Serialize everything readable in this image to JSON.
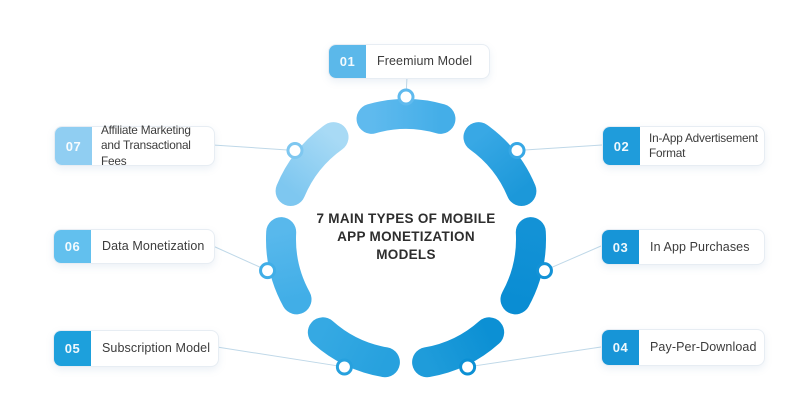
{
  "title": {
    "full": "7 MAIN TYPES OF MOBILE APP MONETIZATION MODELS",
    "lines": [
      "7 MAIN TYPES OF MOBILE",
      "APP MONETIZATION",
      "MODELS"
    ]
  },
  "items": [
    {
      "number": "01",
      "label": "Freemium Model",
      "badge_color": "#5bb8ea"
    },
    {
      "number": "02",
      "label": "In-App Advertisement Format",
      "badge_color": "#1f9cdb"
    },
    {
      "number": "03",
      "label": "In App Purchases",
      "badge_color": "#1795d7"
    },
    {
      "number": "04",
      "label": "Pay-Per-Download",
      "badge_color": "#1795d7"
    },
    {
      "number": "05",
      "label": "Subscription Model",
      "badge_color": "#1da0dc"
    },
    {
      "number": "06",
      "label": "Data Monetization",
      "badge_color": "#62c0ee"
    },
    {
      "number": "07",
      "label": "Affiliate Marketing and Transactional Fees",
      "badge_color": "#90cef2"
    }
  ],
  "diagram": {
    "segments": [
      {
        "for_item": "01",
        "color_start": "#5fbaee",
        "color_end": "#44aee8"
      },
      {
        "for_item": "02",
        "color_start": "#38a8e5",
        "color_end": "#1c98d9"
      },
      {
        "for_item": "03",
        "color_start": "#1392d6",
        "color_end": "#0a8dd3"
      },
      {
        "for_item": "04",
        "color_start": "#0c90d4",
        "color_end": "#1f9cda"
      },
      {
        "for_item": "05",
        "color_start": "#27a1de",
        "color_end": "#35a9e3"
      },
      {
        "for_item": "06",
        "color_start": "#41aee7",
        "color_end": "#58b8ec"
      },
      {
        "for_item": "07",
        "color_start": "#7ec7f0",
        "color_end": "#a8daf5"
      }
    ],
    "dot_fill": "#ffffff",
    "connector_color": "#bfd8e8",
    "title_color": "#2d2d2d"
  }
}
